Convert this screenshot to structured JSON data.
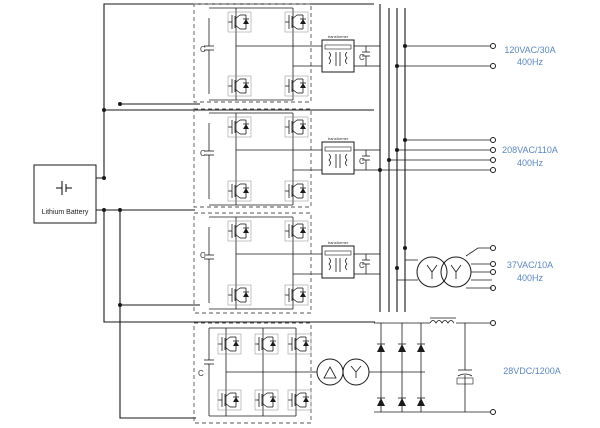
{
  "battery": {
    "label": "Lithium Battery"
  },
  "capacitor_label": "C",
  "transformer_caption": "transformer",
  "outputs": [
    {
      "line1": "120VAC/30A",
      "line2": "400Hz"
    },
    {
      "line1": "208VAC/110A",
      "line2": "400Hz"
    },
    {
      "line1": "37VAC/10A",
      "line2": "400Hz"
    },
    {
      "line1": "28VDC/1200A",
      "line2": ""
    }
  ],
  "colors": {
    "label": "#5b87c0",
    "wire": "#1a1a1a"
  }
}
